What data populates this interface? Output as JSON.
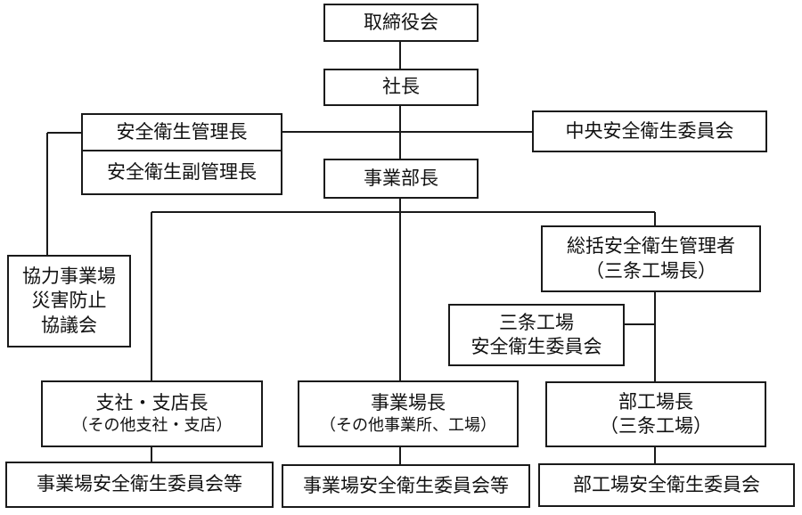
{
  "org_chart": {
    "board": "取締役会",
    "president": "社長",
    "safety_manager": "安全衛生管理長",
    "safety_deputy": "安全衛生副管理長",
    "central_committee": "中央安全衛生委員会",
    "business_director": "事業部長",
    "general_manager": {
      "line1": "総括安全衛生管理者",
      "line2": "（三条工場長）"
    },
    "partner_council": {
      "line1": "協力事業場",
      "line2": "災害防止",
      "line3": "協議会"
    },
    "sanjo_committee": {
      "line1": "三条工場",
      "line2": "安全衛生委員会"
    },
    "branch_manager": {
      "line1": "支社・支店長",
      "line2": "（その他支社・支店）"
    },
    "site_manager": {
      "line1": "事業場長",
      "line2": "（その他事業所、工場）"
    },
    "dept_manager": {
      "line1": "部工場長",
      "line2": "（三条工場）"
    },
    "branch_committee": "事業場安全衛生委員会等",
    "site_committee": "事業場安全衛生委員会等",
    "dept_committee": "部工場安全衛生委員会"
  }
}
